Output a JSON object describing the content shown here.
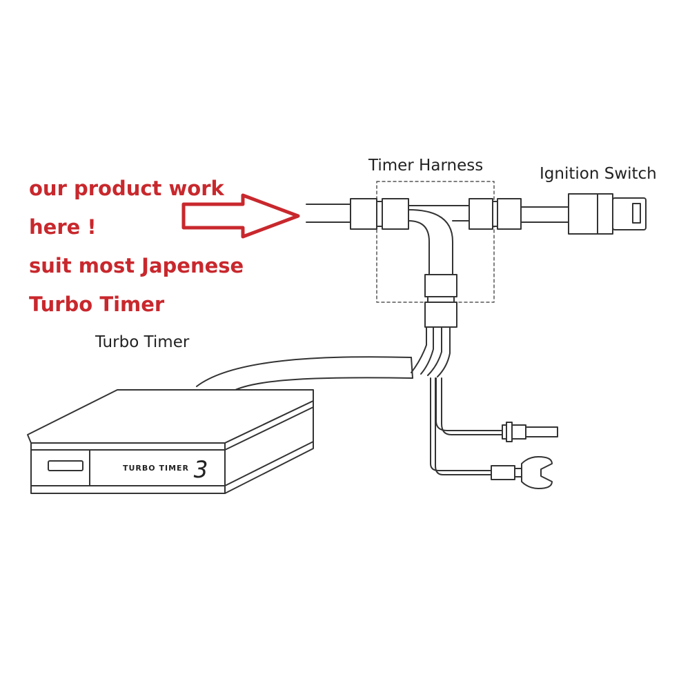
{
  "promo": {
    "lines": [
      "our product work",
      "here !",
      "suit most Japenese",
      "Turbo Timer"
    ],
    "color": "#c8282d"
  },
  "labels": {
    "timer_harness": "Timer Harness",
    "ignition_switch": "Ignition Switch",
    "turbo_timer": "Turbo Timer"
  },
  "device": {
    "brand": "TURBO TIMER",
    "display_digit": "3"
  },
  "colors": {
    "line": "#222222",
    "text": "#222222",
    "accent": "#c8282d"
  }
}
